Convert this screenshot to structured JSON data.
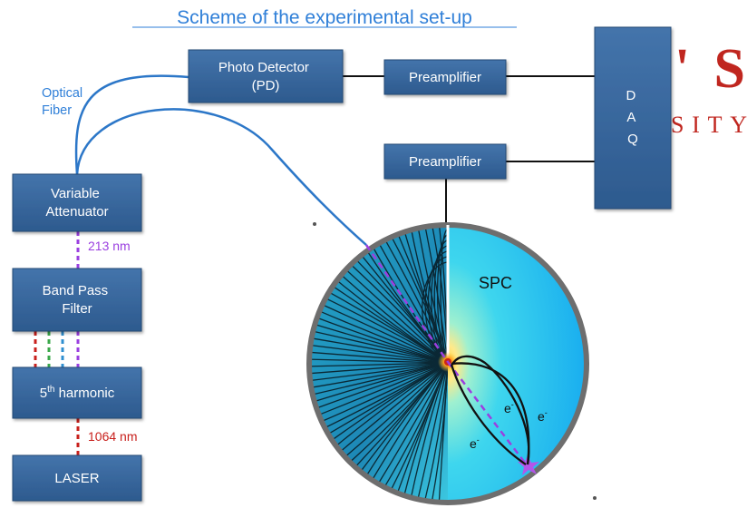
{
  "title": "Scheme of the experimental set-up",
  "logo": {
    "big": "'S",
    "small": "SITY",
    "color": "#c0261f"
  },
  "boxes": {
    "photo_detector": [
      "Photo Detector",
      "(PD)"
    ],
    "preamp_top": [
      "Preamplifier"
    ],
    "preamp_bottom": [
      "Preamplifier"
    ],
    "daq": [
      "D",
      "A",
      "Q"
    ],
    "attenuator": [
      "Variable",
      "Attenuator"
    ],
    "bandpass": [
      "Band Pass",
      "Filter"
    ],
    "harmonic": {
      "base": "5",
      "sup": "th",
      "rest": " harmonic"
    },
    "laser": [
      "LASER"
    ]
  },
  "labels": {
    "optical_fiber": [
      "Optical",
      "Fiber"
    ],
    "wl_213": "213 nm",
    "wl_1064": "1064 nm",
    "spc": "SPC",
    "electron": "e",
    "electron_sup": "-"
  },
  "colors": {
    "box_fill": "#36659a",
    "fiber": "#2c77c8",
    "uv_213": "#9a3fe0",
    "ir_1064": "#c8201c",
    "green": "#3aa84a",
    "blue": "#2f8fd0",
    "title": "#2f7fd8"
  }
}
